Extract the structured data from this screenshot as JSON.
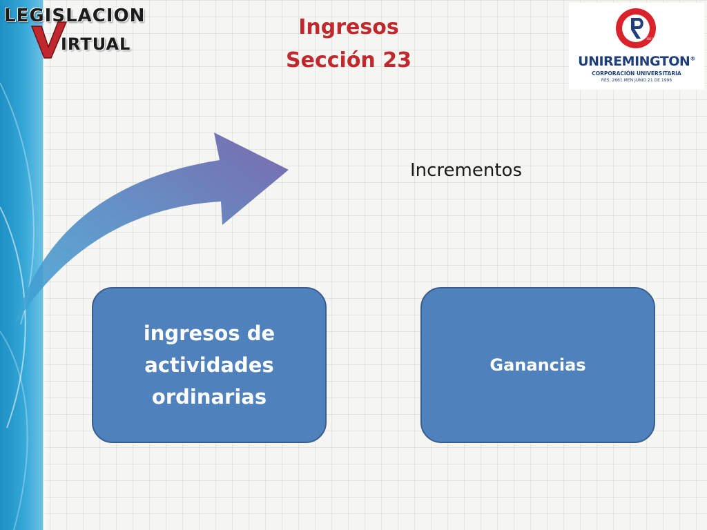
{
  "header": {
    "brand_left_line1": "LEGISLACION",
    "brand_left_line2": "IRTUAL",
    "brand_left_letter": "V",
    "title_line1": "Ingresos",
    "title_line2": "Sección 23",
    "brand_right_name": "UNIREMINGTON",
    "brand_right_trademark": "®",
    "brand_right_subtitle": "CORPORACIÓN UNIVERSITARIA",
    "brand_right_resolution": "RES. 2661 MEN JUNIO 21 DE 1996",
    "brand_right_year": "1915"
  },
  "diagram": {
    "arrow_label": "Incrementos",
    "nodes": [
      {
        "label": "ingresos de actividades ordinarias"
      },
      {
        "label": "Ganancias"
      }
    ]
  },
  "colors": {
    "title": "#c0282d",
    "node_fill": "#4f81bd",
    "node_border": "#3a5d8f",
    "arrow_start": "#3aa6d6",
    "arrow_end": "#7a6aae",
    "side_band": "#1c8fc4",
    "uni_red": "#d8232a",
    "uni_blue": "#1f3f7a"
  },
  "icons": {
    "arrow": "curved-arrow-icon",
    "left_logo": "legislacion-virtual-logo",
    "right_logo": "uniremington-logo"
  }
}
